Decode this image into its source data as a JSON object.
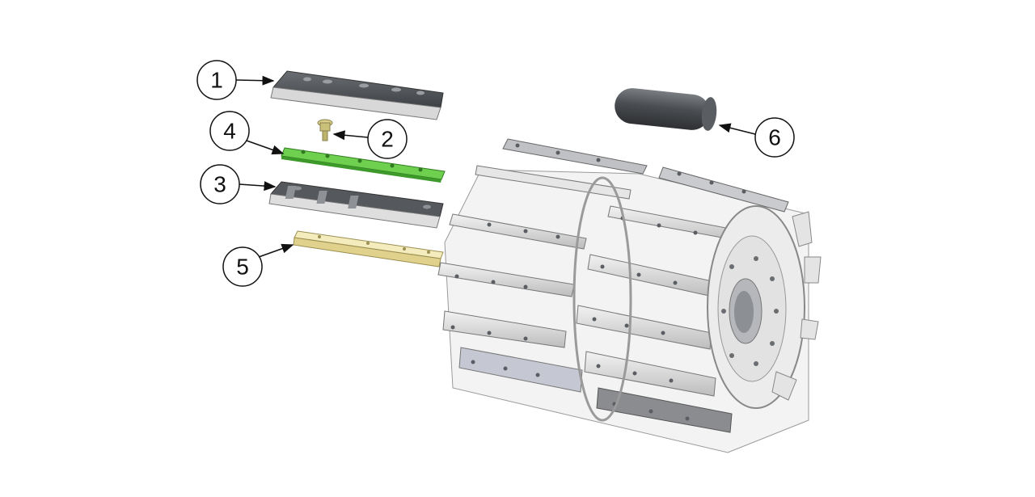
{
  "diagram": {
    "style": "exploded-view",
    "callouts": [
      {
        "id": "1",
        "label": "1",
        "part": "top-knife-blade"
      },
      {
        "id": "2",
        "label": "2",
        "part": "bolt"
      },
      {
        "id": "3",
        "label": "3",
        "part": "slotted-counter-knife"
      },
      {
        "id": "4",
        "label": "4",
        "part": "green-clamp-strip"
      },
      {
        "id": "5",
        "label": "5",
        "part": "yellow-support-bar"
      },
      {
        "id": "6",
        "label": "6",
        "part": "dark-cylinder-roller"
      }
    ],
    "colors": {
      "steel_dark": "#55585c",
      "steel_light": "#dcdcdc",
      "green_strip": "#6fcf4f",
      "yellow_bar": "#efe3a6",
      "roller": "#4a4d51",
      "bolt": "#c9c07a"
    }
  }
}
